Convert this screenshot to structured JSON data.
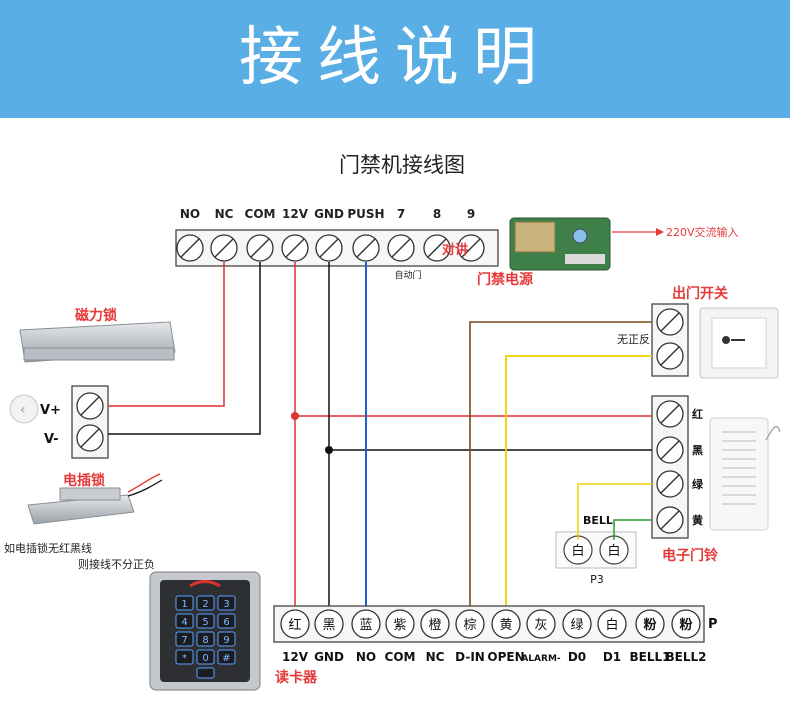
{
  "banner": {
    "title": "接线说明"
  },
  "diagram": {
    "title": "门禁机接线图",
    "top_terminals": [
      "NO",
      "NC",
      "COM",
      "12V",
      "GND",
      "PUSH",
      "7",
      "8",
      "9"
    ],
    "auto_door": "自动门",
    "intercom": "对讲",
    "power": {
      "label": "门禁电源",
      "input": "220V交流输入"
    },
    "maglock": {
      "label": "磁力锁",
      "v_plus": "V+",
      "v_minus": "V-"
    },
    "boltlock": {
      "label": "电插锁",
      "note_line1": "如电插锁无红黑线",
      "note_line2": "则接线不分正负"
    },
    "exit_switch": {
      "label": "出门开关",
      "polarity": "无正反"
    },
    "doorbell": {
      "label": "电子门铃",
      "wires": [
        "红",
        "黑",
        "绿",
        "黄"
      ],
      "bell": "BELL",
      "p3_pins": [
        "白",
        "白"
      ],
      "p3": "P3"
    },
    "reader": {
      "label": "读卡器",
      "pins": [
        "红",
        "黑",
        "蓝",
        "紫",
        "橙",
        "棕",
        "黄",
        "灰",
        "绿",
        "白",
        "粉",
        "粉"
      ],
      "signals": [
        "12V",
        "GND",
        "NO",
        "COM",
        "NC",
        "D-IN",
        "OPEN",
        "ALARM-",
        "D0",
        "D1",
        "BELL1",
        "BELL2"
      ],
      "p": "P",
      "keys": [
        "1",
        "2",
        "3",
        "4",
        "5",
        "6",
        "7",
        "8",
        "9",
        "*",
        "0",
        "#"
      ]
    }
  },
  "colors": {
    "banner": "#5aaee6",
    "red_wire": "#e13030",
    "black_wire": "#111111",
    "blue_wire": "#1f5fd6",
    "brown_wire": "#7a4a1c",
    "yellow_wire": "#f0d000",
    "green_wire": "#2a9a2a",
    "accent_text": "#e63a3a"
  }
}
